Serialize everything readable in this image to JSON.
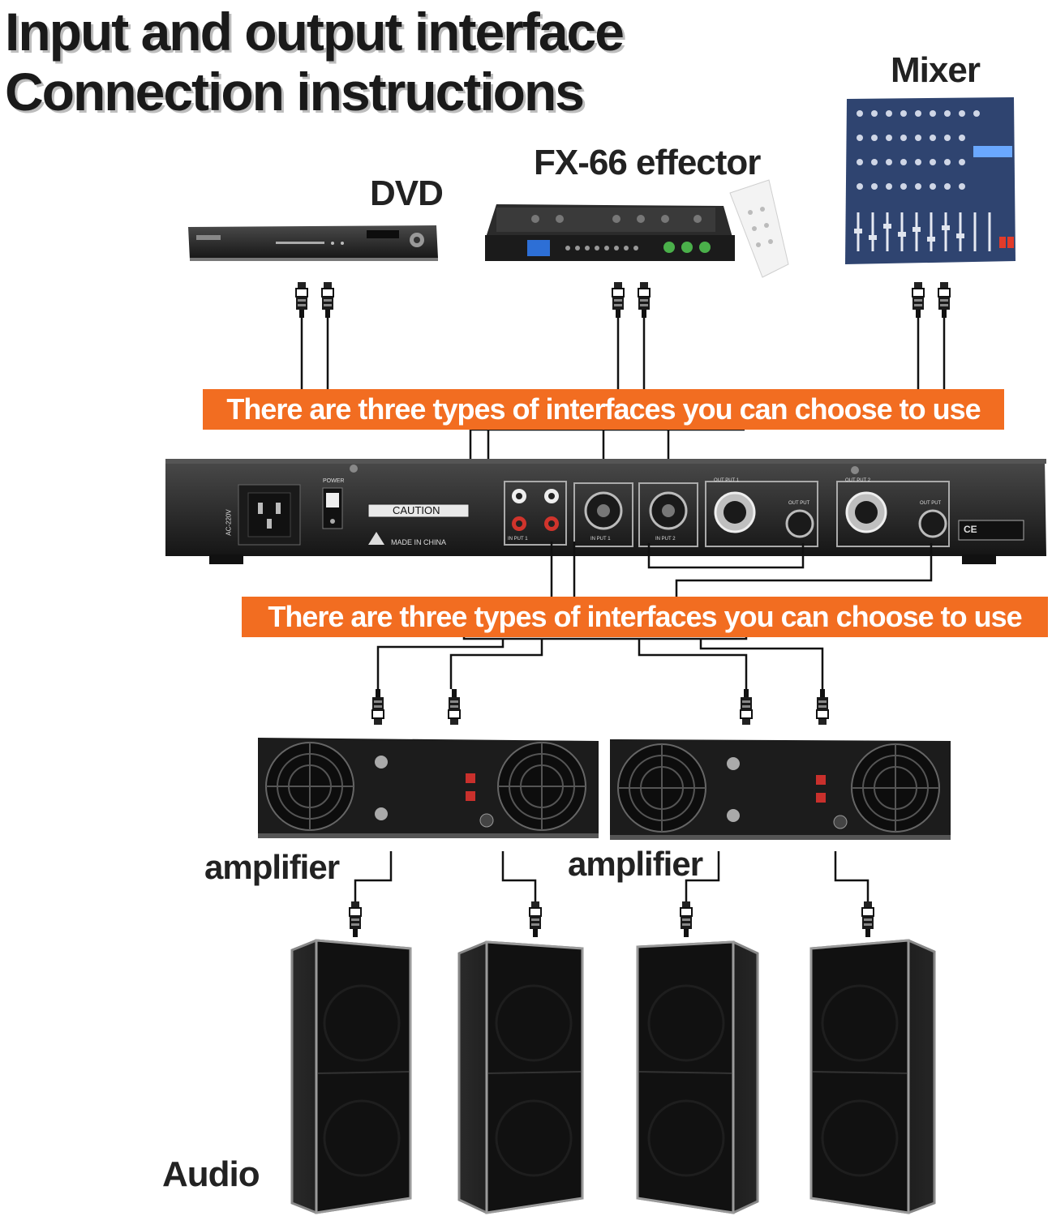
{
  "title": {
    "line1": "Input and output interface",
    "line2": "Connection instructions"
  },
  "labels": {
    "dvd": "DVD",
    "effector": "FX-66 effector",
    "mixer": "Mixer",
    "amplifier_left": "amplifier",
    "amplifier_right": "amplifier",
    "audio": "Audio"
  },
  "banners": {
    "top": "There are three types of interfaces you can choose to use",
    "bottom": "There are three types of interfaces you can choose to use"
  },
  "panel": {
    "caution": "CAUTION",
    "made_in": "MADE IN CHINA",
    "power": "POWER",
    "ac": "AC-220V",
    "input1": "IN PUT 1",
    "input2": "IN PUT 2",
    "output1": "OUT PUT 1",
    "output2": "OUT PUT 2",
    "output": "OUT PUT",
    "ce": "CE"
  },
  "colors": {
    "banner": "#f26d21",
    "device_dark": "#1f1f1f",
    "cable": "#111111"
  }
}
